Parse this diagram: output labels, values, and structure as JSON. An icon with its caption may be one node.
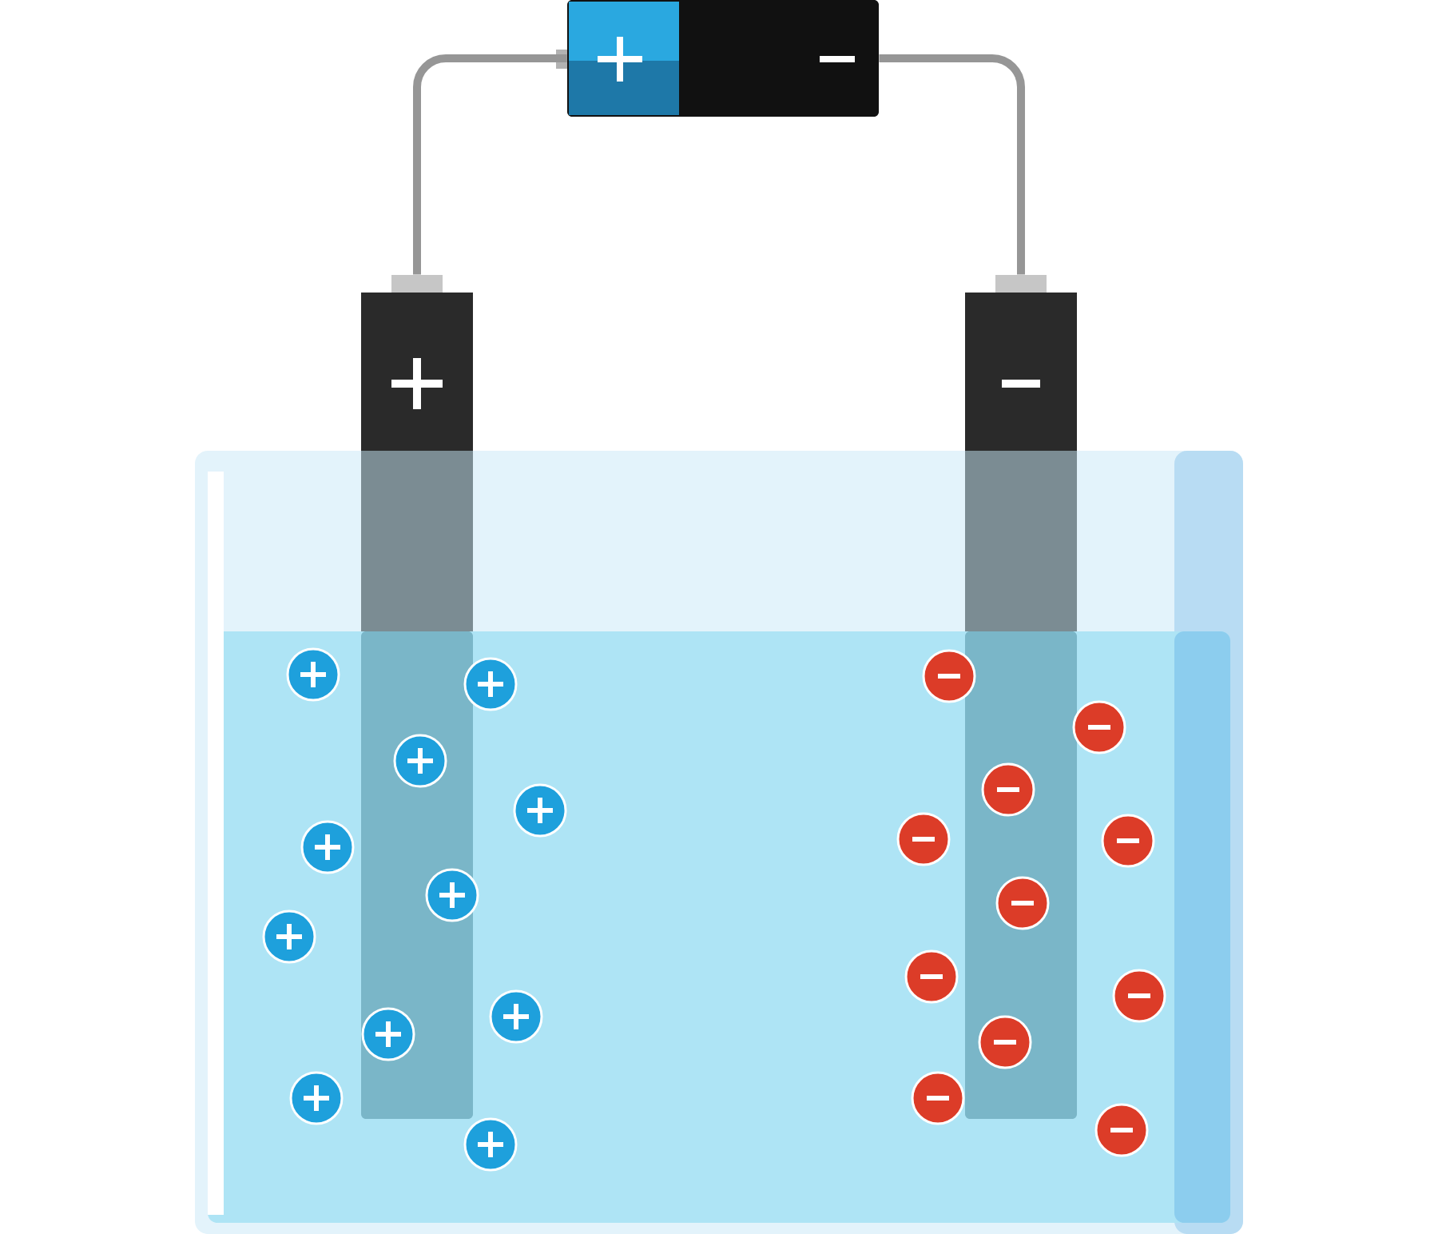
{
  "diagram": {
    "nodes": [
      {
        "text": [],
        "shape": "battery"
      },
      {
        "text": [],
        "shape": "bar"
      },
      {
        "text": [],
        "shape": "bar"
      }
    ],
    "edges": [
      {
        "from": 0,
        "to": 1,
        "arrow": "none"
      },
      {
        "from": 0,
        "to": 2,
        "arrow": "none"
      }
    ]
  }
}
